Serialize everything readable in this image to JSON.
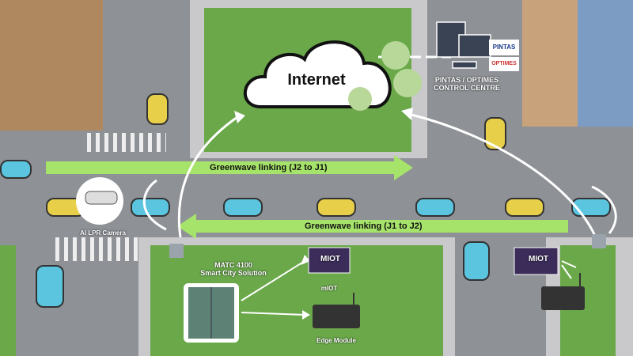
{
  "cloud": {
    "label": "Internet"
  },
  "control_centre": {
    "label_line1": "PINTAS / OPTIMES",
    "label_line2": "CONTROL CENTRE",
    "logo1": "PINTAS",
    "logo2": "OPTIMES"
  },
  "greenwave": {
    "top_label": "Greenwave linking (J2 to J1)",
    "bottom_label": "Greenwave linking (J1 to J2)"
  },
  "camera": {
    "label": "AI LPR Camera"
  },
  "matc": {
    "label_line1": "MATC 4100",
    "label_line2": "Smart City Solution"
  },
  "miot": {
    "label": "mIOT",
    "screen_text": "MIOT"
  },
  "edge": {
    "label": "Edge Module"
  },
  "colors": {
    "grass": "#6aa84a",
    "arrow_green": "#a6e36a",
    "road": "#8e9196"
  }
}
